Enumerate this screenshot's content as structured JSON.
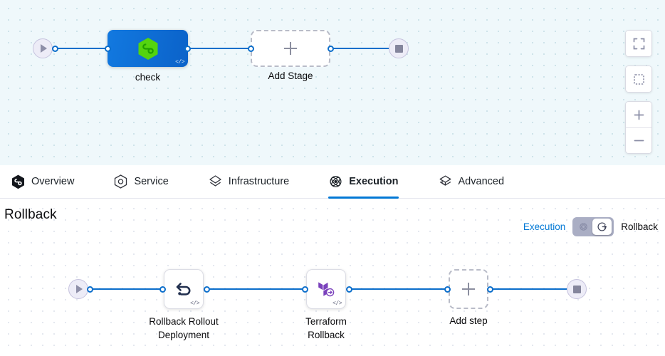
{
  "stage_canvas": {
    "start_node": {
      "icon": "play-icon"
    },
    "end_node": {
      "icon": "stop-icon"
    },
    "stages": [
      {
        "id": "check",
        "label": "check",
        "icon": "harness-hexagon-icon",
        "badge": "</>",
        "type": "stage"
      }
    ],
    "add_stage": {
      "label": "Add Stage",
      "icon": "plus-icon"
    },
    "controls": [
      {
        "name": "fullscreen-button",
        "icon": "fullscreen-icon"
      },
      {
        "name": "fit-to-screen-button",
        "icon": "dashed-square-icon"
      },
      {
        "name": "zoom-in-button",
        "icon": "plus-icon"
      },
      {
        "name": "zoom-out-button",
        "icon": "minus-icon"
      }
    ]
  },
  "tabs": [
    {
      "id": "overview",
      "label": "Overview",
      "icon": "harness-hexagon-icon",
      "active": false
    },
    {
      "id": "service",
      "label": "Service",
      "icon": "hexagon-target-icon",
      "active": false
    },
    {
      "id": "infrastructure",
      "label": "Infrastructure",
      "icon": "layers-diamond-icon",
      "active": false
    },
    {
      "id": "execution",
      "label": "Execution",
      "icon": "execution-atom-icon",
      "active": true
    },
    {
      "id": "advanced",
      "label": "Advanced",
      "icon": "stacked-cube-icon",
      "active": false
    }
  ],
  "rollback": {
    "title": "Rollback",
    "toggle": {
      "left_label": "Execution",
      "right_label": "Rollback",
      "left_icon": "execution-atom-icon",
      "right_icon": "rollback-arrow-icon",
      "selected": "Rollback"
    },
    "start_node": {
      "icon": "play-icon"
    },
    "end_node": {
      "icon": "stop-icon"
    },
    "steps": [
      {
        "id": "rollback-rollout-deployment",
        "label": "Rollback Rollout\nDeployment",
        "icon": "undo-arrow-icon",
        "badge": "</>"
      },
      {
        "id": "terraform-rollback",
        "label": "Terraform\nRollback",
        "icon": "terraform-rollback-icon",
        "badge": "</>"
      }
    ],
    "add_step": {
      "label": "Add step",
      "icon": "plus-icon"
    }
  },
  "colors": {
    "accent_blue": "#0278d5",
    "edge_blue": "#0b6ecb",
    "stage_blue": "#1279e0",
    "harness_green": "#54d40f",
    "terraform_purple": "#7b42bc",
    "canvas_top_bg": "#eff8fb"
  }
}
